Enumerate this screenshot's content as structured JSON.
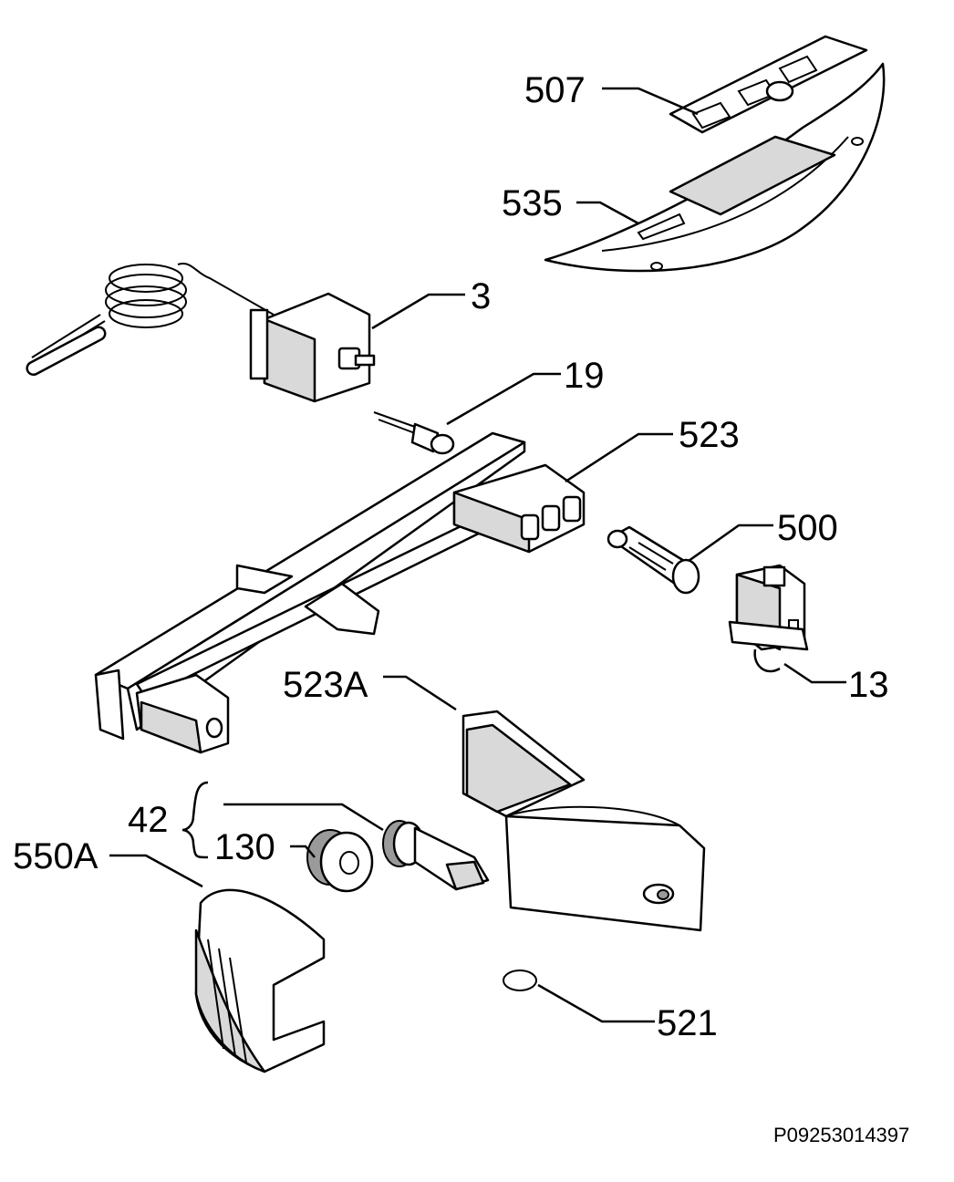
{
  "diagram": {
    "labels": {
      "p507": "507",
      "p535": "535",
      "p3": "3",
      "p19": "19",
      "p523": "523",
      "p500": "500",
      "p13": "13",
      "p523a": "523A",
      "p42": "42",
      "p130": "130",
      "p550a": "550A",
      "p521": "521"
    },
    "drawing_code": "P09253014397"
  },
  "colors": {
    "line": "#000000",
    "background": "#ffffff",
    "shade": "#d9d9d9"
  }
}
